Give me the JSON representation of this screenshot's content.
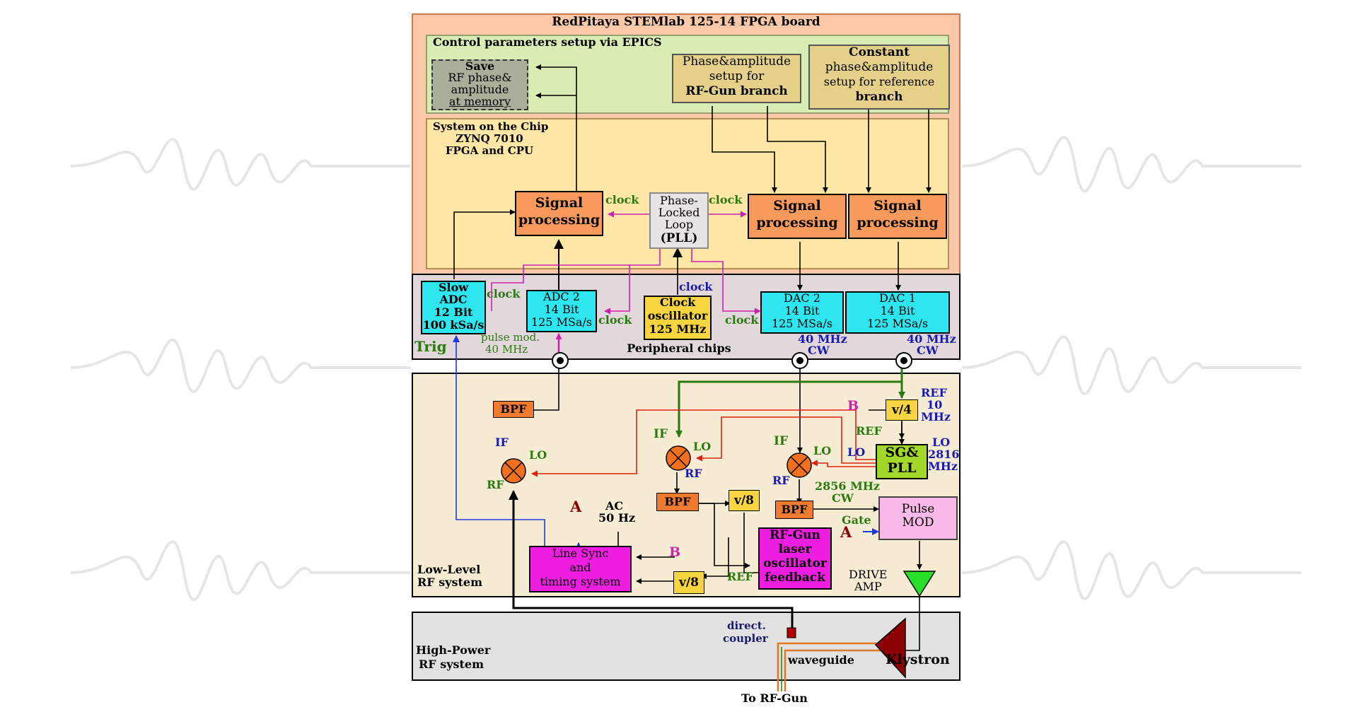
{
  "colors": {
    "fpga_board": "#fbc8a8",
    "control": "#d8ecb4",
    "soc": "#fde6a6",
    "peripheral": "#e2d8dc",
    "llrf": "#f6ecd4",
    "hprf": "#e2e2e2",
    "orange_block": "#f79a5c",
    "cyan_block": "#2de6f0",
    "yellow_block": "#f8d440",
    "magenta_block": "#ee1ee0",
    "lime_block": "#a2d828",
    "pink_block": "#f8b8e8",
    "tan_block": "#e4d088",
    "gray_block": "#a8b09a"
  },
  "sections": {
    "fpga_title": "RedPitaya STEMlab 125-14 FPGA board",
    "control_title": "Control parameters setup via EPICS",
    "soc_l1": "System on the Chip",
    "soc_l2": "ZYNQ 7010",
    "soc_l3": "FPGA and CPU",
    "peripheral_title": "Peripheral chips",
    "llrf_l1": "Low-Level",
    "llrf_l2": "RF system",
    "hprf_l1": "High-Power",
    "hprf_l2": "RF system"
  },
  "blocks": {
    "save_l1": "Save",
    "save_l2": "RF phase&",
    "save_l3": "amplitude",
    "save_l4": "at memory",
    "pa_setup_l1": "Phase&amplitude",
    "pa_setup_l2": "setup for",
    "pa_setup_l3": "RF-Gun branch",
    "const_l1": "Constant",
    "const_l2": "phase&amplitude",
    "const_l3": "setup for reference",
    "const_l4": "branch",
    "sp1_l1": "Signal",
    "sp1_l2": "processing",
    "sp2_l1": "Signal",
    "sp2_l2": "processing",
    "sp3_l1": "Signal",
    "sp3_l2": "processing",
    "pll_l1": "Phase-",
    "pll_l2": "Locked",
    "pll_l3": "Loop",
    "pll_l4": "(PLL)",
    "slow_adc_l1": "Slow",
    "slow_adc_l2": "ADC",
    "slow_adc_l3": "12 Bit",
    "slow_adc_l4": "100 kSa/s",
    "adc2_l1": "ADC 2",
    "adc2_l2": "14 Bit",
    "adc2_l3": "125 MSa/s",
    "osc_l1": "Clock",
    "osc_l2": "oscillator",
    "osc_l3": "125 MHz",
    "dac2_l1": "DAC 2",
    "dac2_l2": "14 Bit",
    "dac2_l3": "125 MSa/s",
    "dac1_l1": "DAC 1",
    "dac1_l2": "14 Bit",
    "dac1_l3": "125 MSa/s",
    "bpf": "BPF",
    "div4": "v/4",
    "div8": "v/8",
    "sgpll_l1": "SG&",
    "sgpll_l2": "PLL",
    "pulse_l1": "Pulse",
    "pulse_l2": "MOD",
    "linesync_l1": "Line Sync",
    "linesync_l2": "and",
    "linesync_l3": "timing system",
    "laser_l1": "RF-Gun",
    "laser_l2": "laser",
    "laser_l3": "oscillator",
    "laser_l4": "feedback"
  },
  "labels": {
    "clock": "clock",
    "trig": "Trig",
    "pulse_mod_l1": "pulse mod.",
    "pulse_mod_l2": "40 MHz",
    "cw40_l1": "40 MHz",
    "cw40_l2": "CW",
    "ref10_l1": "REF",
    "ref10_l2": "10",
    "ref10_l3": "MHz",
    "lo2816_l1": "LO",
    "lo2816_l2": "2816",
    "lo2816_l3": "MHz",
    "ref": "REF",
    "lo": "LO",
    "if": "IF",
    "rf": "RF",
    "cw2856_l1": "2856 MHz",
    "cw2856_l2": "CW",
    "gate": "Gate",
    "a": "A",
    "b": "B",
    "ac_l1": "AC",
    "ac_l2": "50 Hz",
    "drive_l1": "DRIVE",
    "drive_l2": "AMP",
    "coupler_l1": "direct.",
    "coupler_l2": "coupler",
    "waveguide": "waveguide",
    "klystron": "Klystron",
    "to_gun": "To RF-Gun"
  }
}
